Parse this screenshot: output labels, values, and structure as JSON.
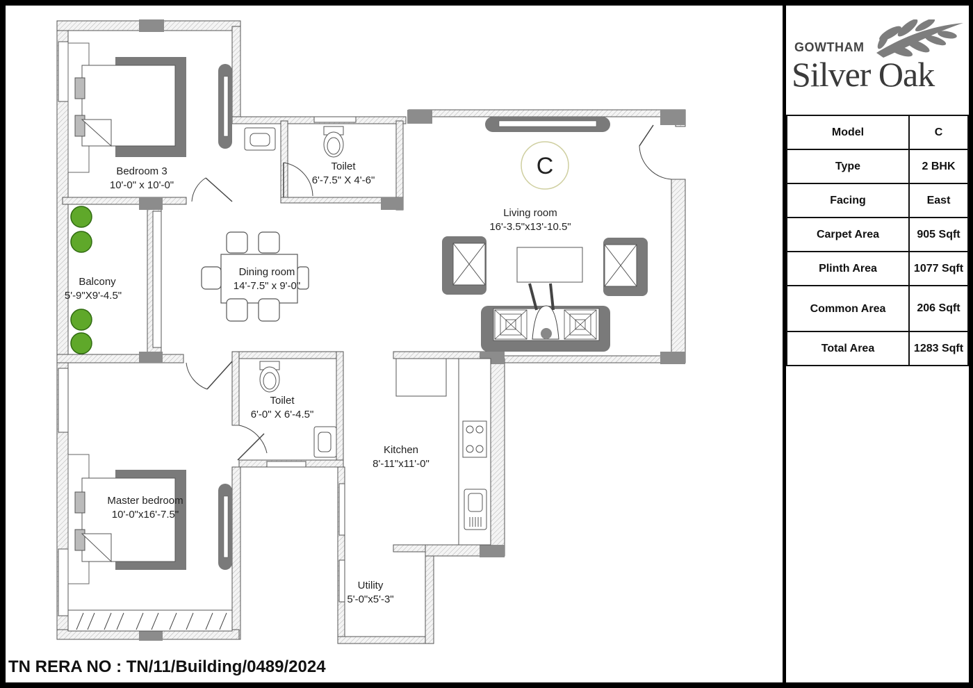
{
  "rooms": {
    "bedroom3": {
      "name": "Bedroom 3",
      "dims": "10'-0\" x 10'-0\""
    },
    "toilet1": {
      "name": "Toilet",
      "dims": "6'-7.5\" X 4'-6\""
    },
    "living": {
      "name": "Living room",
      "dims": "16'-3.5\"x13'-10.5\""
    },
    "dining": {
      "name": "Dining room",
      "dims": "14'-7.5\" x 9'-0\""
    },
    "balcony": {
      "name": "Balcony",
      "dims": "5'-9\"X9'-4.5\""
    },
    "toilet2": {
      "name": "Toilet",
      "dims": "6'-0\" X 6'-4.5\""
    },
    "kitchen": {
      "name": "Kitchen",
      "dims": "8'-11\"x11'-0\""
    },
    "master": {
      "name": "Master bedroom",
      "dims": "10'-0\"x16'-7.5\""
    },
    "utility": {
      "name": "Utility",
      "dims": "5'-0\"x5'-3\""
    }
  },
  "unit_marker": "C",
  "rera": "TN RERA NO : TN/11/Building/0489/2024",
  "brand": {
    "top": "GOWTHAM",
    "main": "Silver Oak"
  },
  "specs": [
    {
      "label": "Model",
      "value": "C"
    },
    {
      "label": "Type",
      "value": "2 BHK"
    },
    {
      "label": "Facing",
      "value": "East"
    },
    {
      "label": "Carpet Area",
      "value": "905 Sqft"
    },
    {
      "label": "Plinth Area",
      "value": "1077 Sqft"
    },
    {
      "label": "Common Area",
      "value": "206 Sqft"
    },
    {
      "label": "Total Area",
      "value": "1283 Sqft"
    }
  ],
  "colors": {
    "wall": "#e8e8e8",
    "column": "#8c8c8c",
    "furniture": "#7a7a7a",
    "plant": "#5fa82a",
    "text": "#222222"
  }
}
